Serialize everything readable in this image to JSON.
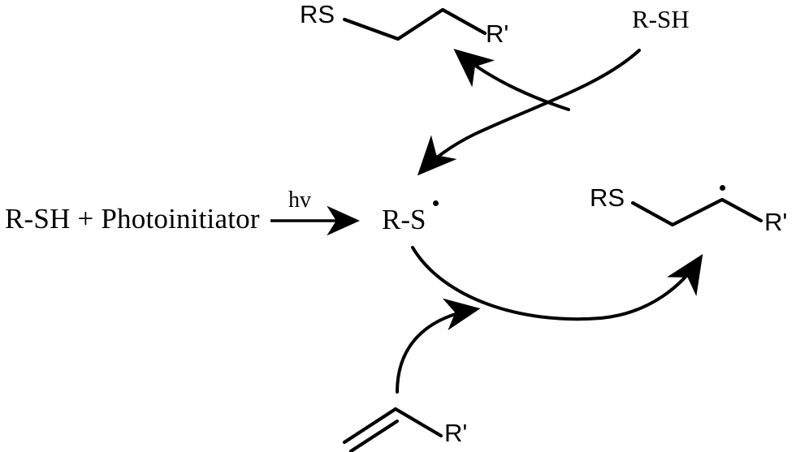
{
  "diagram": {
    "title": "Thiol-ene photopolymerization reaction mechanism",
    "type": "reaction-scheme",
    "stroke_color": "#000000",
    "background_color": "#ffffff"
  },
  "initiation": {
    "reactants_label": "R-SH + Photoinitiator",
    "arrow_condition_label": "hv",
    "product_label": "R-S",
    "product_radical": "•"
  },
  "cycle": {
    "thiyl_radical_label": "R-S",
    "top_product": {
      "left_group_label": "RS",
      "right_group_label": "R'",
      "description": "thioether product"
    },
    "right_intermediate": {
      "left_group_label": "RS",
      "right_group_label": "R'",
      "radical_marker": "•",
      "description": "carbon-centered radical adduct"
    },
    "incoming_thiol_label": "R-SH",
    "bottom_alkene": {
      "right_group_label": "R'",
      "description": "vinyl / alkene monomer"
    }
  },
  "arrows": {
    "initiation_arrow": "straight-arrow-right",
    "chain_transfer_out": "curved-arrow-up-left",
    "thiol_addition_in": "curved-arrow-down-left",
    "propagation_out": "curved-arrow-down-right-up",
    "alkene_addition_in": "curved-arrow-up-right"
  }
}
